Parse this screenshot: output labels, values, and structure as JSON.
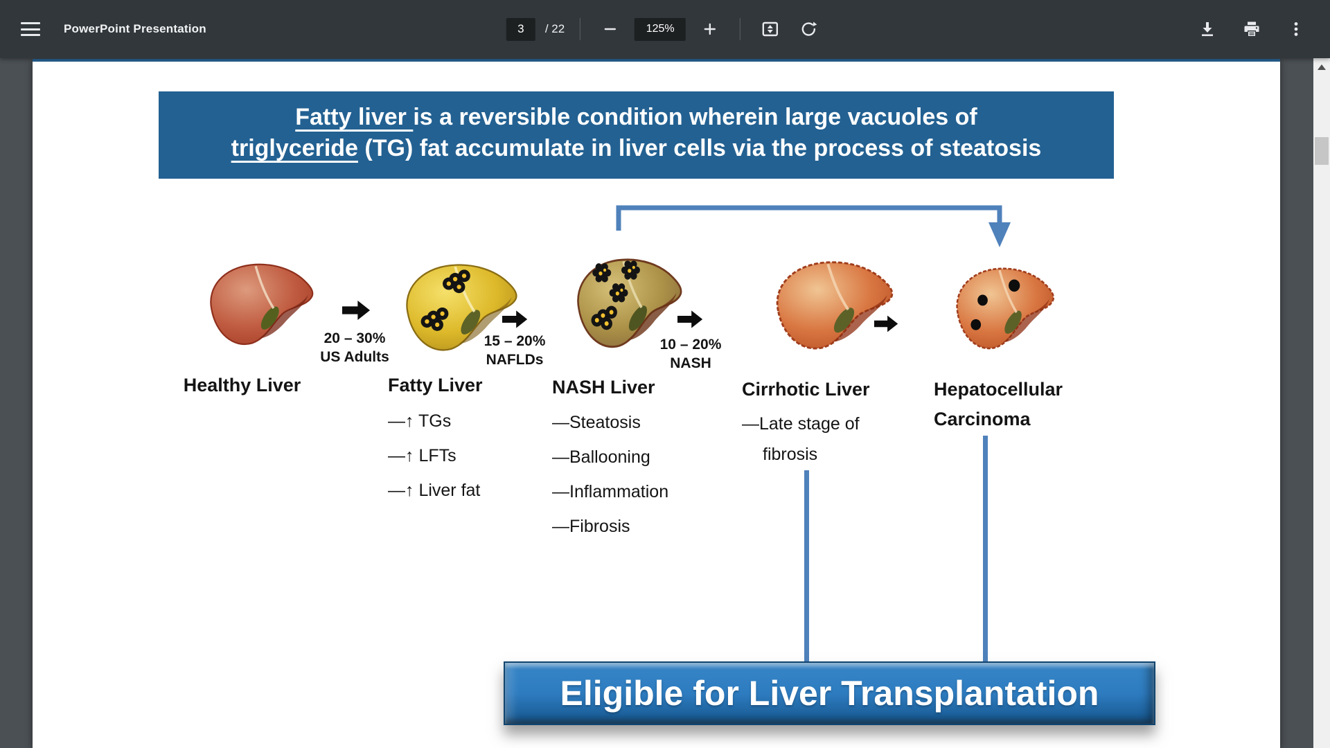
{
  "toolbar": {
    "title": "PowerPoint Presentation",
    "page_current": "3",
    "page_of": "/ 22",
    "zoom_label": "125%",
    "icons": [
      "menu-icon",
      "zoom-out-icon",
      "zoom-in-icon",
      "fit-page-icon",
      "rotate-ccw-icon",
      "download-icon",
      "print-icon",
      "more-options-icon"
    ]
  },
  "slide": {
    "header": {
      "seg1": "Fatty liver ",
      "seg2": "is a reversible condition wherein large vacuoles of",
      "seg3": "triglyceride",
      "seg4": " (TG) fat accumulate in liver cells via the process of steatosis"
    },
    "stages": [
      {
        "label": "Healthy Liver"
      },
      {
        "label": "Fatty Liver",
        "bullets": [
          "—↑ TGs",
          "—↑ LFTs",
          "—↑ Liver fat"
        ]
      },
      {
        "label": "NASH Liver",
        "bullets": [
          "—Steatosis",
          "—Ballooning",
          "—Inflammation",
          "—Fibrosis"
        ]
      },
      {
        "label": "Cirrhotic Liver",
        "bullet_line1": "—Late stage of",
        "bullet_line2": "fibrosis"
      },
      {
        "label_line1": "Hepatocellular",
        "label_line2": "Carcinoma"
      }
    ],
    "transitions": [
      {
        "pct": "20 – 30%",
        "cohort": "US Adults"
      },
      {
        "pct": "15 – 20%",
        "cohort": "NAFLDs"
      },
      {
        "pct": "10 – 20%",
        "cohort": "NASH"
      }
    ],
    "banner": "Eligible for Liver Transplantation",
    "colors": {
      "header_bg": "#236192",
      "accent_blue": "#4f81bb",
      "banner_blue": "#2e7cc0",
      "toolbar_bg": "#32373b",
      "canvas_bg": "#4b5054"
    }
  }
}
